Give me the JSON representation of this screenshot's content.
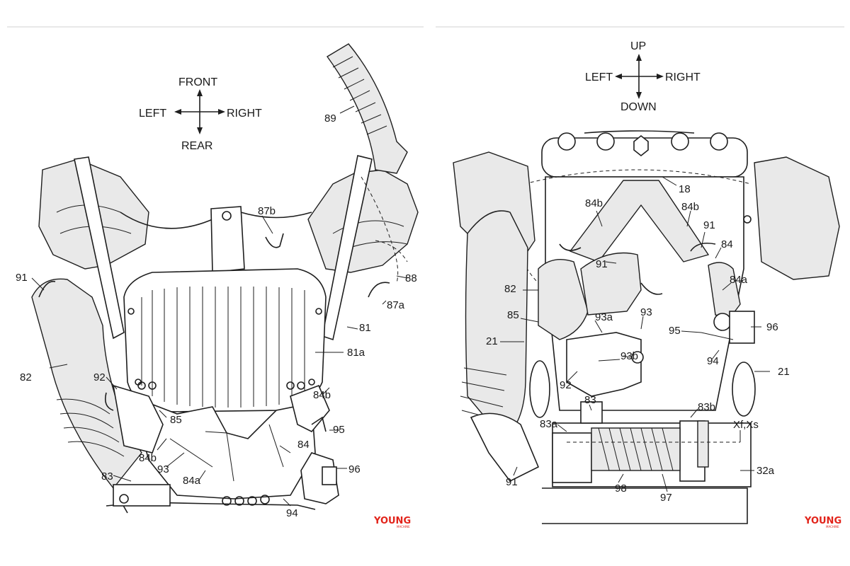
{
  "left_panel": {
    "directions": {
      "up": "FRONT",
      "down": "REAR",
      "left": "LEFT",
      "right": "RIGHT"
    },
    "labels": {
      "l91": "91",
      "l82": "82",
      "l92": "92",
      "l85": "85",
      "l83": "83",
      "l84b_a": "84b",
      "l84b_b": "84b",
      "l93": "93",
      "l84a": "84a",
      "l84": "84",
      "l94": "94",
      "l96": "96",
      "l95": "95",
      "l81a": "81a",
      "l81": "81",
      "l87a": "87a",
      "l87b": "87b",
      "l88": "88",
      "l89": "89"
    },
    "logo": {
      "main": "YOUNG",
      "sub": "MACHINE"
    }
  },
  "right_panel": {
    "directions": {
      "up": "UP",
      "down": "DOWN",
      "left": "LEFT",
      "right": "RIGHT"
    },
    "labels": {
      "l18": "18",
      "l84b_a": "84b",
      "l84b_b": "84b",
      "l91a": "91",
      "l91b": "91",
      "l84": "84",
      "l84a": "84a",
      "l82": "82",
      "l85": "85",
      "l93": "93",
      "l93a": "93a",
      "l93b": "93b",
      "l95": "95",
      "l96": "96",
      "l21a": "21",
      "l21b": "21",
      "l94": "94",
      "l92": "92",
      "l83": "83",
      "l83a": "83a",
      "l83b": "83b",
      "lxf": "Xf,Xs",
      "l32a": "32a",
      "l91c": "91",
      "l98": "98",
      "l97": "97"
    },
    "logo": {
      "main": "YOUNG",
      "sub": "MACHINE"
    }
  },
  "colors": {
    "line": "#1e1e1e",
    "logo": "#e2231a",
    "background": "#ffffff"
  }
}
